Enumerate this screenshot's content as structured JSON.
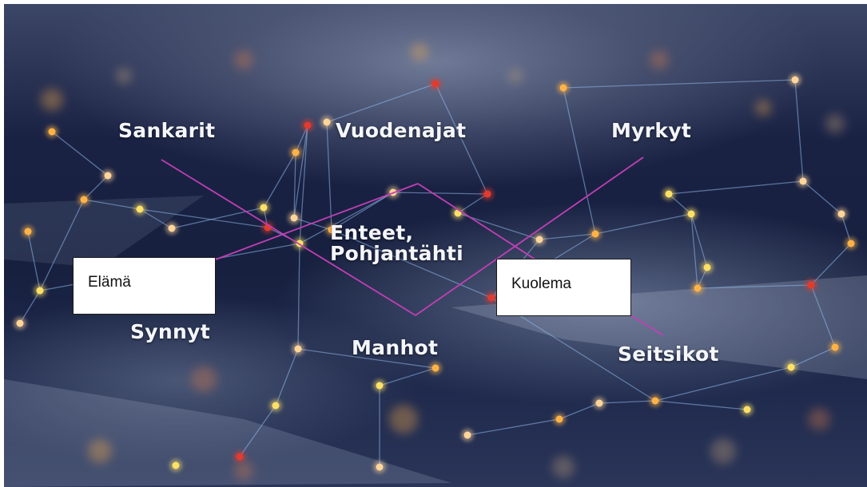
{
  "labels": {
    "sankarit": "Sankarit",
    "vuodenajat": "Vuodenajat",
    "myrkyt": "Myrkyt",
    "enteet_line1": "Enteet,",
    "enteet_line2": "Pohjantähti",
    "synnyt": "Synnyt",
    "manhot": "Manhot",
    "seitsikot": "Seitsikot"
  },
  "boxes": {
    "elama": "Elämä",
    "kuolema": "Kuolema"
  },
  "colors": {
    "connector": "#c23fb4",
    "network_line": "#8fb6ea",
    "node_warm": "#ffb347",
    "node_yellow": "#ffe066",
    "node_red": "#e23b2e"
  }
}
